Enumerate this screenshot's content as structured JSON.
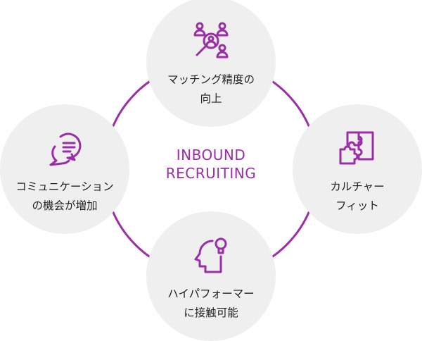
{
  "center_title": {
    "line1": "INBOUND",
    "line2": "RECRUITING"
  },
  "accent_color": "#9b2ea7",
  "nodes": [
    {
      "label": "マッチング精度の\n向上",
      "icon": "people-search-icon"
    },
    {
      "label": "コミュニケーション\nの機会が増加",
      "icon": "chat-bubbles-icon"
    },
    {
      "label": "カルチャー\nフィット",
      "icon": "puzzle-icon"
    },
    {
      "label": "ハイパフォーマー\nに接触可能",
      "icon": "head-lightbulb-icon"
    }
  ]
}
